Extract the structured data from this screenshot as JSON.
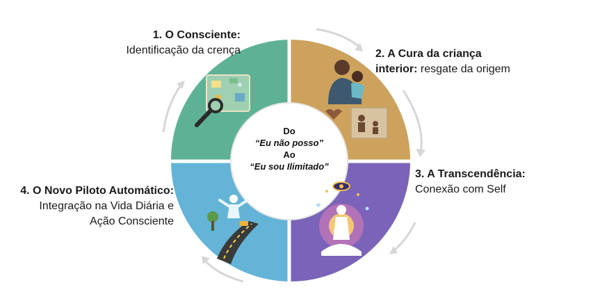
{
  "center": {
    "line1": "Do",
    "line2": "“Eu não posso”",
    "line3": "Ao",
    "line4": "“Eu sou Ilimitado”"
  },
  "stages": [
    {
      "title": "1. O Consciente:",
      "subtitle": "Identificação da crença",
      "color": "#5fb195",
      "icon": "magnifier-map-icon"
    },
    {
      "title": "2. A Cura da criança",
      "title2": "interior:",
      "subtitle": "resgate da origem",
      "color": "#cda25c",
      "icon": "parent-child-icon"
    },
    {
      "title": "3. A Transcendência:",
      "subtitle": "Conexão com Self",
      "color": "#7a63b8",
      "icon": "meditation-icon"
    },
    {
      "title": "4. O Novo Piloto Automático:",
      "subtitle": "Integração na Vida Diária e",
      "subtitle2": "Ação Consciente",
      "color": "#63b4d7",
      "icon": "road-person-icon"
    }
  ],
  "colors": {
    "arrow": "#d2d2d2",
    "center_bg": "#ffffff"
  }
}
